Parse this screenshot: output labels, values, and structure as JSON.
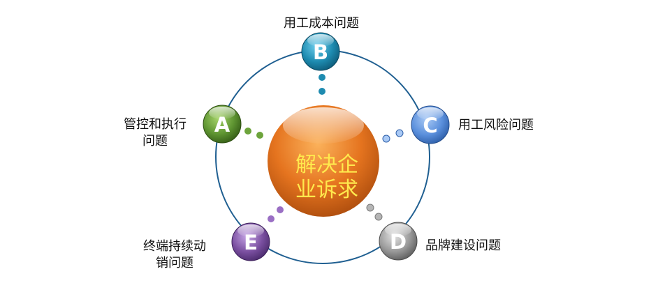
{
  "center": {
    "line1": "解决企",
    "line2": "业诉求",
    "text_color": "#ffe94d"
  },
  "nodes": [
    {
      "id": "a",
      "letter": "A",
      "label_lines": [
        "管控和执行",
        "问题"
      ],
      "color": "#5e9431"
    },
    {
      "id": "b",
      "letter": "B",
      "label_lines": [
        "用工成本问题"
      ],
      "color": "#1e8bb0"
    },
    {
      "id": "c",
      "letter": "C",
      "label_lines": [
        "用工风险问题"
      ],
      "color": "#5a8fdc"
    },
    {
      "id": "d",
      "letter": "D",
      "label_lines": [
        "品牌建设问题"
      ],
      "color": "#8c8c8c"
    },
    {
      "id": "e",
      "letter": "E",
      "label_lines": [
        "终端持续动",
        "销问题"
      ],
      "color": "#7a4fa0"
    }
  ],
  "colors": {
    "ring": "#1f5f91",
    "center_orb": "#e5741f"
  }
}
